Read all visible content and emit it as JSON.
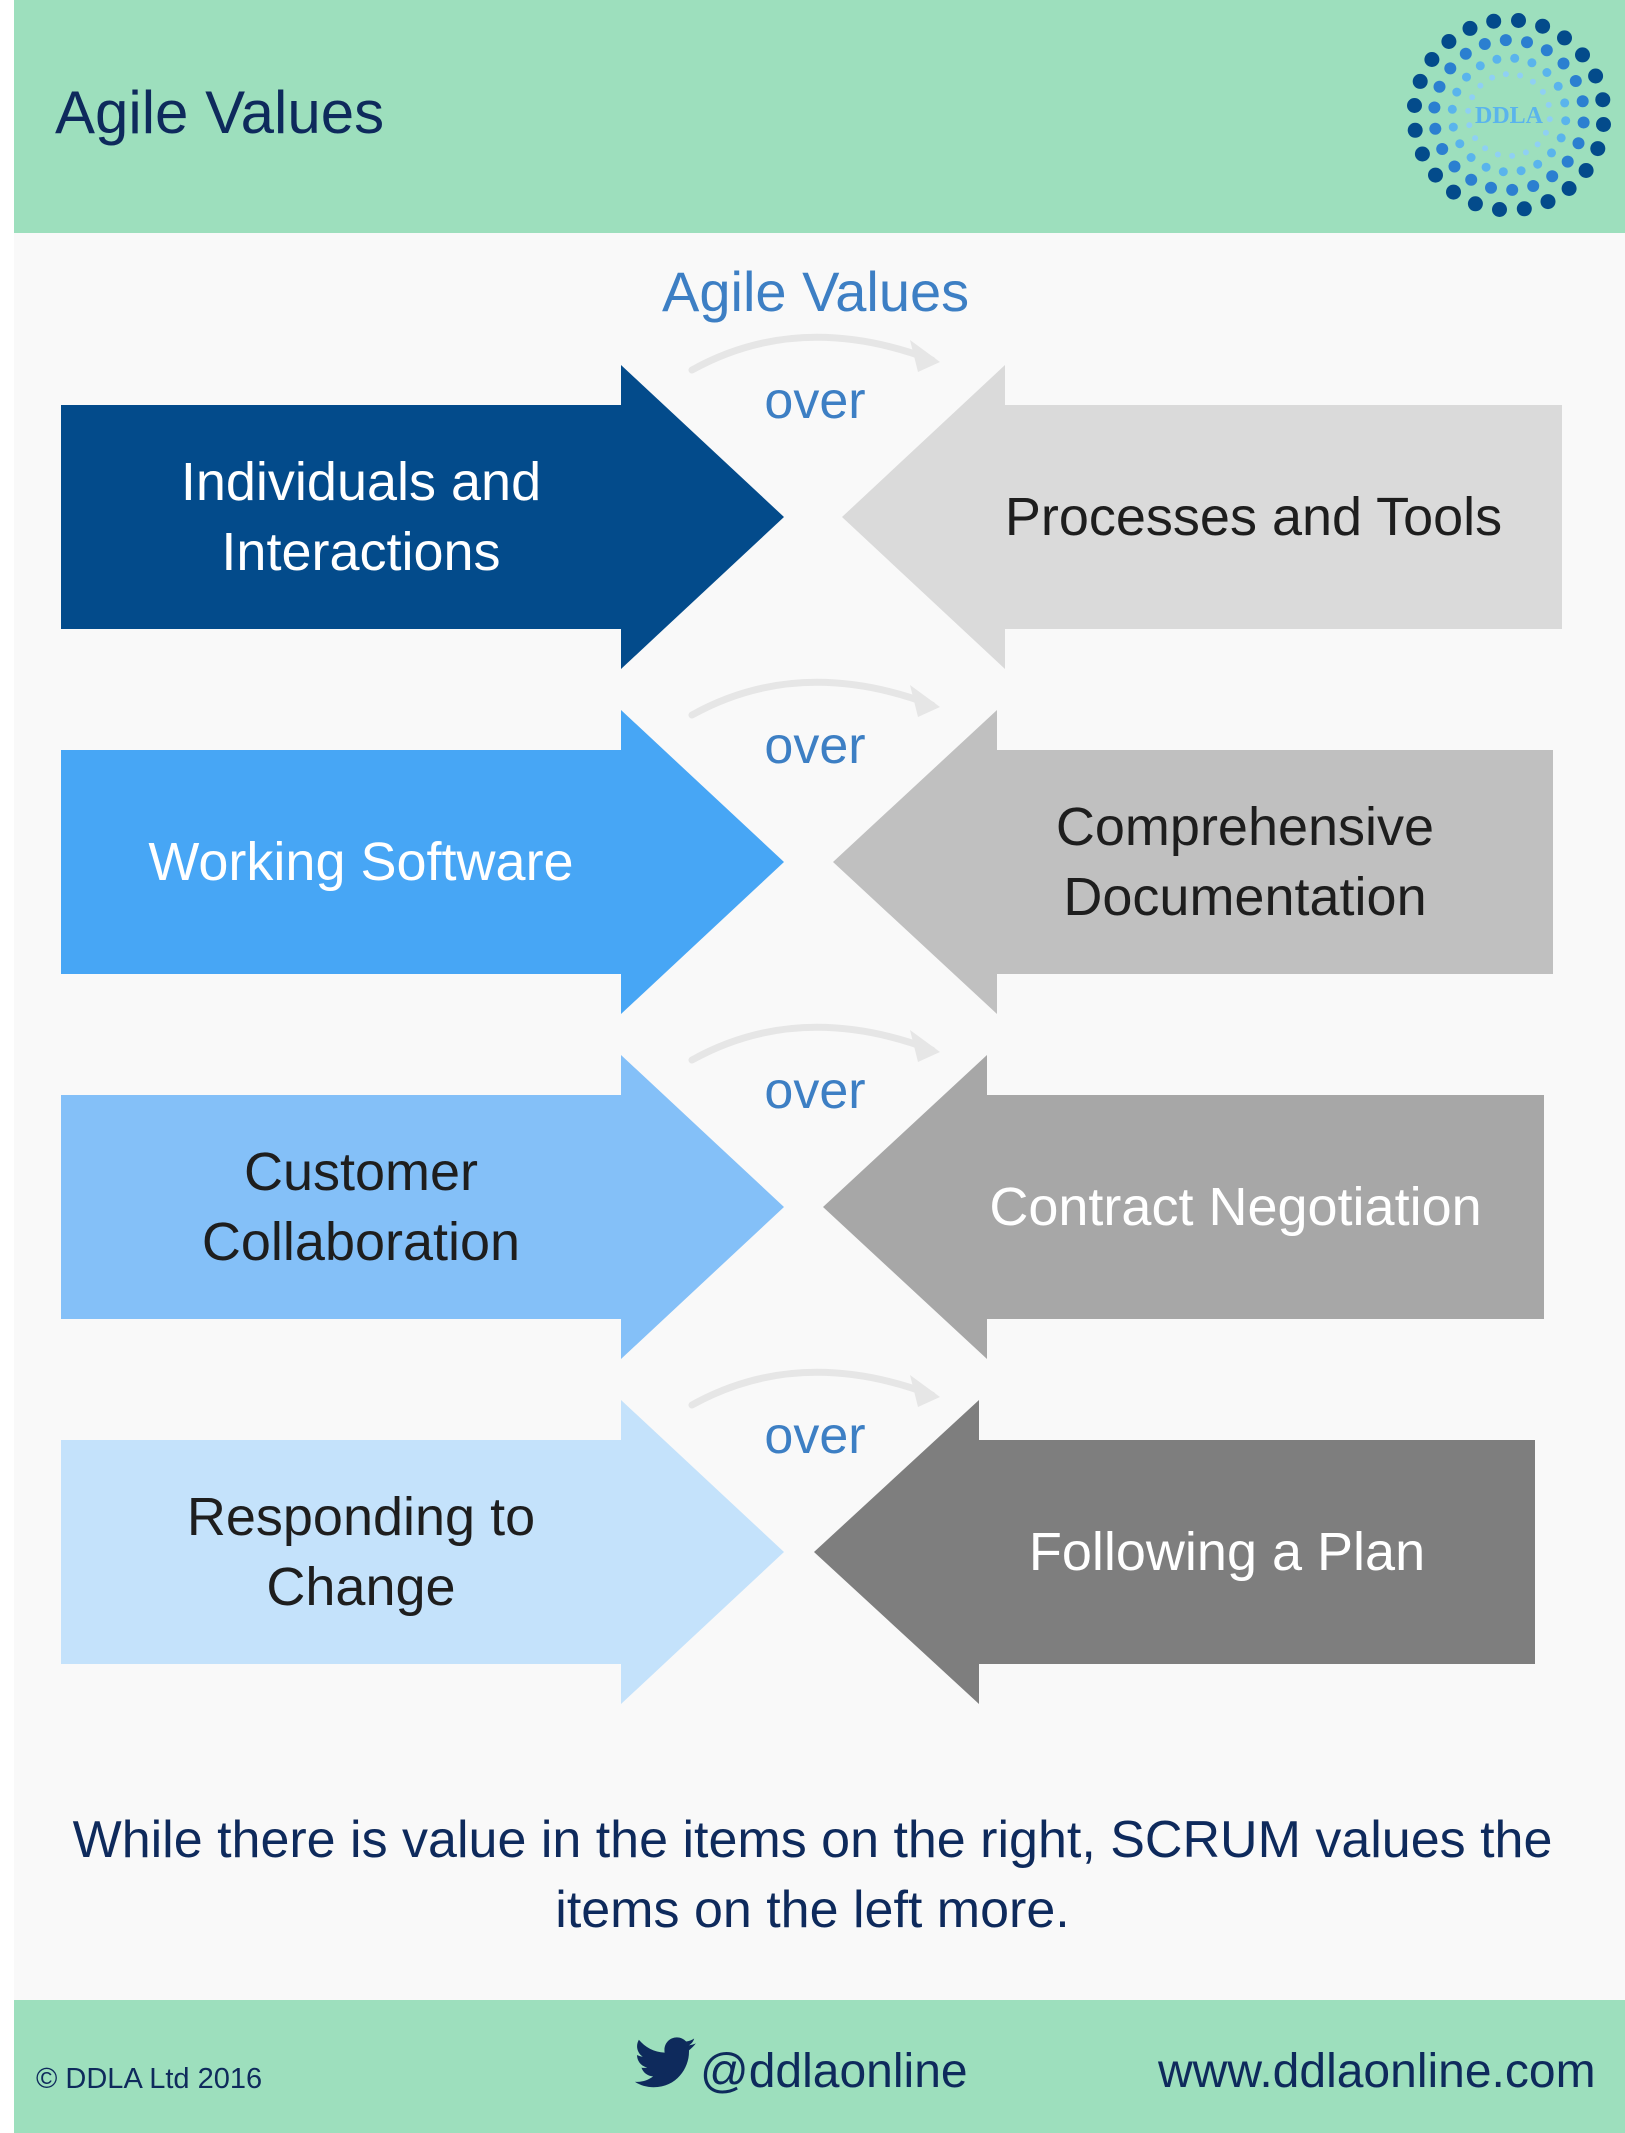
{
  "header": {
    "title": "Agile Values",
    "logo_text": "DDLA"
  },
  "diagram": {
    "title": "Agile Values",
    "connector_label": "over",
    "rows": [
      {
        "left": {
          "line1": "Individuals and",
          "line2": "Interactions",
          "color": "#034b8b",
          "text_color": "#ffffff"
        },
        "right": {
          "line1": "Processes and Tools",
          "line2": "",
          "color": "#dadada",
          "text_color": "#1e1e1e"
        }
      },
      {
        "left": {
          "line1": "Working Software",
          "line2": "",
          "color": "#47a6f5",
          "text_color": "#ffffff"
        },
        "right": {
          "line1": "Comprehensive",
          "line2": "Documentation",
          "color": "#c0c0c0",
          "text_color": "#1e1e1e"
        }
      },
      {
        "left": {
          "line1": "Customer",
          "line2": "Collaboration",
          "color": "#84c0f8",
          "text_color": "#1e1e1e"
        },
        "right": {
          "line1": "Contract Negotiation",
          "line2": "",
          "color": "#a7a7a7",
          "text_color": "#ffffff"
        }
      },
      {
        "left": {
          "line1": "Responding to",
          "line2": "Change",
          "color": "#c4e2fb",
          "text_color": "#1e1e1e"
        },
        "right": {
          "line1": "Following a Plan",
          "line2": "",
          "color": "#7e7e7e",
          "text_color": "#ffffff"
        }
      }
    ]
  },
  "summary": "While there is value in the items on the right, SCRUM values the items on the left more.",
  "footer": {
    "copyright": "© DDLA Ltd 2016",
    "twitter_handle": "@ddlaonline",
    "website": "www.ddlaonline.com"
  },
  "colors": {
    "header_bg": "#9ddfbd",
    "text_dark": "#0e2a5c",
    "accent_blue": "#3d7fc4",
    "over_arrow": "#e6e6e6"
  }
}
